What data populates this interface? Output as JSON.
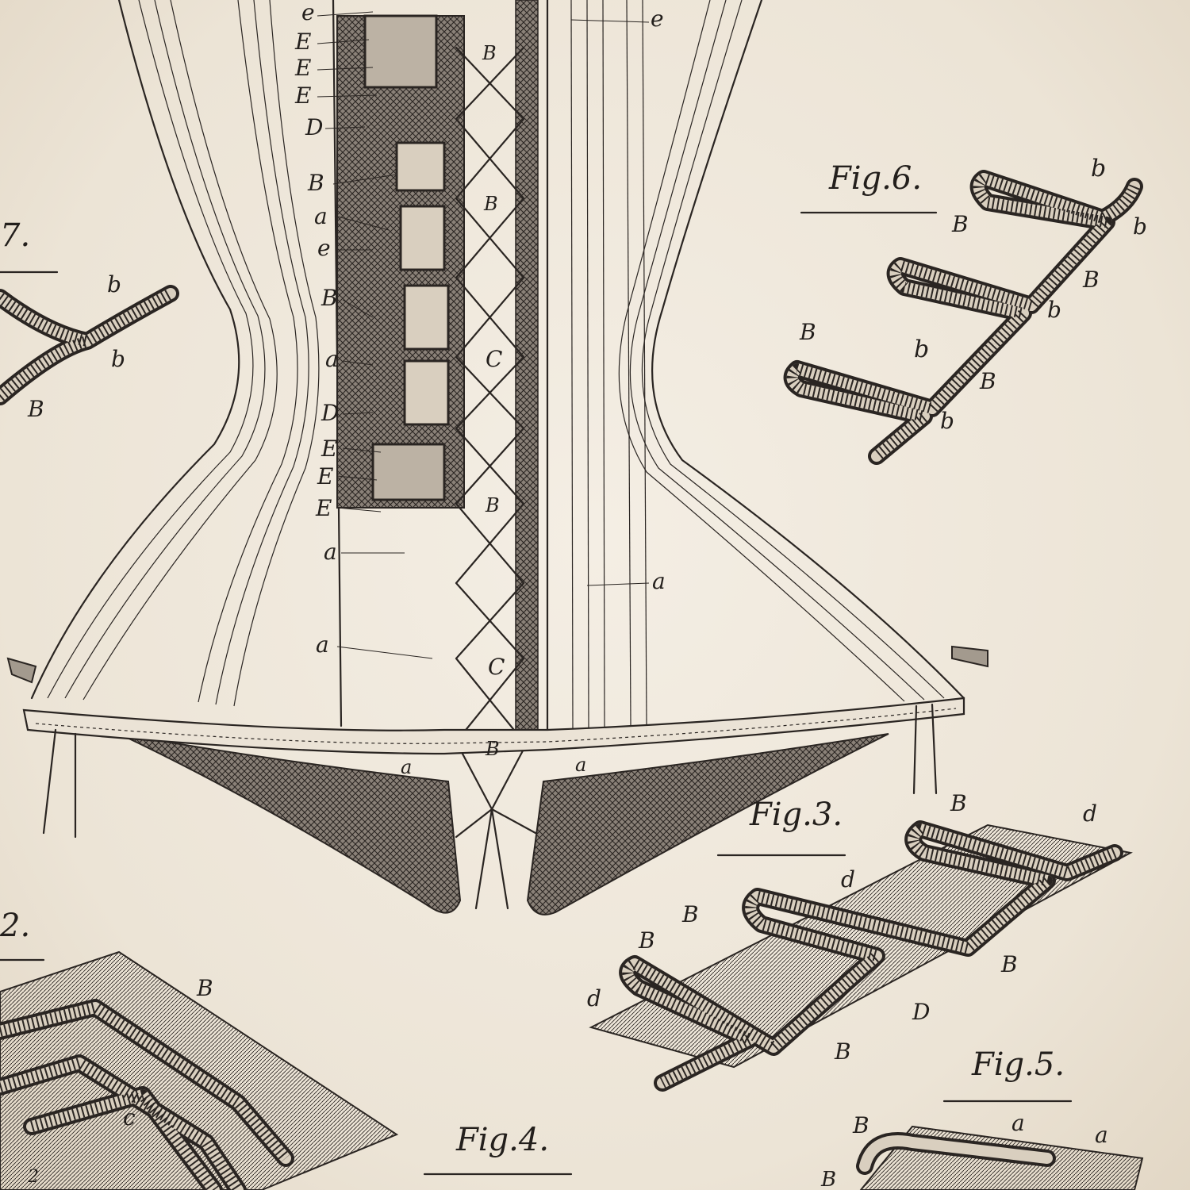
{
  "figures": {
    "fig7": "7.",
    "fig6": "Fig.6.",
    "fig3": "Fig.3.",
    "fig2": "2.",
    "fig4": "Fig.4.",
    "fig5": "Fig.5."
  },
  "labels": {
    "main_left": [
      "e",
      "E",
      "E",
      "E",
      "D",
      "B",
      "a",
      "e",
      "B",
      "a",
      "D",
      "E",
      "E",
      "E",
      "a",
      "a"
    ],
    "main_right": [
      "e",
      "B",
      "B",
      "C",
      "B",
      "a",
      "C",
      "B",
      "a"
    ],
    "main_bottom_left": "a",
    "fig7": [
      "b",
      "b",
      "B"
    ],
    "fig6": [
      "b",
      "B",
      "b",
      "B",
      "B",
      "b",
      "b",
      "B",
      "b"
    ],
    "fig3": [
      "B",
      "d",
      "d",
      "B",
      "B",
      "B",
      "d",
      "D",
      "B"
    ],
    "fig2": [
      "B",
      "c",
      "2"
    ],
    "fig5": [
      "B",
      "a",
      "a",
      "B"
    ]
  },
  "colors": {
    "paper": "#efe8dc",
    "ink": "#2a2522"
  }
}
